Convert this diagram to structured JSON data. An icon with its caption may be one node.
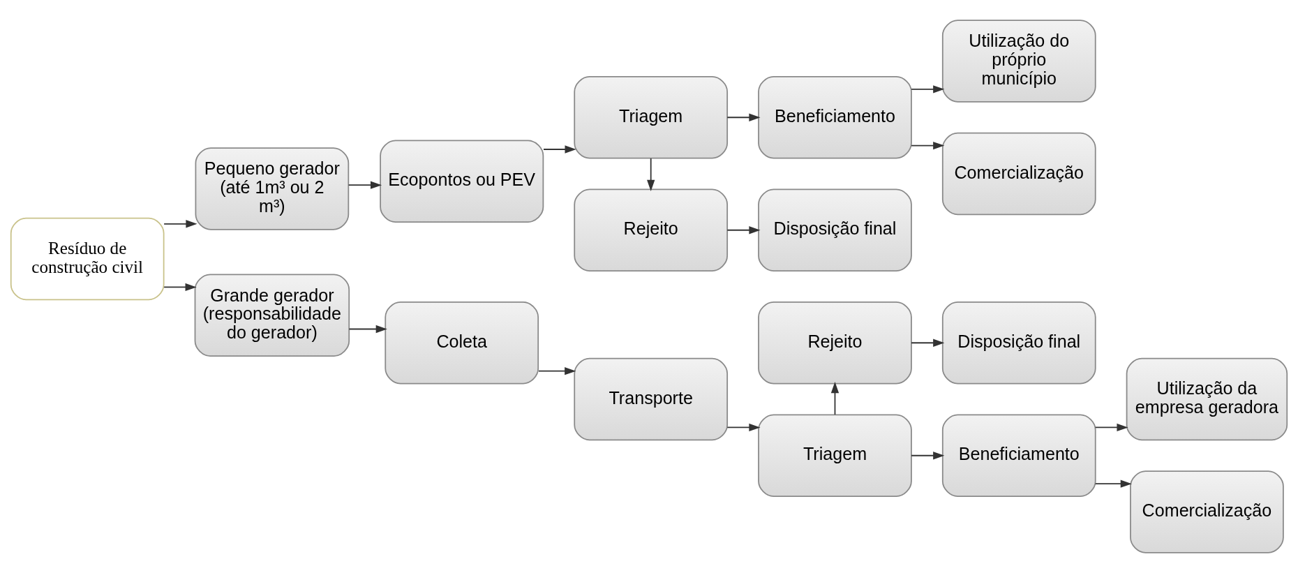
{
  "diagram": {
    "nodes": [
      {
        "text": [
          "Resíduo de construção civil"
        ]
      },
      {
        "text": [
          "Pequeno gerador (até 1m³ ou 2 m³)"
        ]
      },
      {
        "text": [
          "Ecopontos ou PEV"
        ]
      },
      {
        "text": [
          "Triagem"
        ]
      },
      {
        "text": [
          "Rejeito"
        ]
      },
      {
        "text": [
          "Disposição final"
        ]
      },
      {
        "text": [
          "Beneficiamento"
        ]
      },
      {
        "text": [
          "Utilização do próprio município"
        ]
      },
      {
        "text": [
          "Comercialização"
        ]
      },
      {
        "text": [
          "Grande gerador (responsabilidade do gerador)"
        ]
      },
      {
        "text": [
          "Coleta"
        ]
      },
      {
        "text": [
          "Transporte"
        ]
      },
      {
        "text": [
          "Triagem"
        ]
      },
      {
        "text": [
          "Beneficiamento"
        ]
      },
      {
        "text": [
          "Utilização da empresa geradora"
        ]
      },
      {
        "text": [
          "Comercialização"
        ]
      },
      {
        "text": [
          "Rejeito"
        ]
      },
      {
        "text": [
          "Disposição final"
        ]
      }
    ],
    "edges": [
      {
        "from": 0,
        "to": 1,
        "arrow": "to"
      },
      {
        "from": 0,
        "to": 9,
        "arrow": "to"
      },
      {
        "from": 1,
        "to": 2,
        "arrow": "to"
      },
      {
        "from": 2,
        "to": 3,
        "arrow": "to"
      },
      {
        "from": 3,
        "to": 4,
        "arrow": "to"
      },
      {
        "from": 4,
        "to": 5,
        "arrow": "to"
      },
      {
        "from": 3,
        "to": 6,
        "arrow": "to"
      },
      {
        "from": 6,
        "to": 7,
        "arrow": "to"
      },
      {
        "from": 6,
        "to": 8,
        "arrow": "to"
      },
      {
        "from": 9,
        "to": 10,
        "arrow": "to"
      },
      {
        "from": 10,
        "to": 11,
        "arrow": "to"
      },
      {
        "from": 11,
        "to": 12,
        "arrow": "to"
      },
      {
        "from": 12,
        "to": 13,
        "arrow": "to"
      },
      {
        "from": 13,
        "to": 14,
        "arrow": "to"
      },
      {
        "from": 13,
        "to": 15,
        "arrow": "to"
      },
      {
        "from": 12,
        "to": 16,
        "arrow": "to"
      },
      {
        "from": 16,
        "to": 17,
        "arrow": "to"
      }
    ]
  }
}
